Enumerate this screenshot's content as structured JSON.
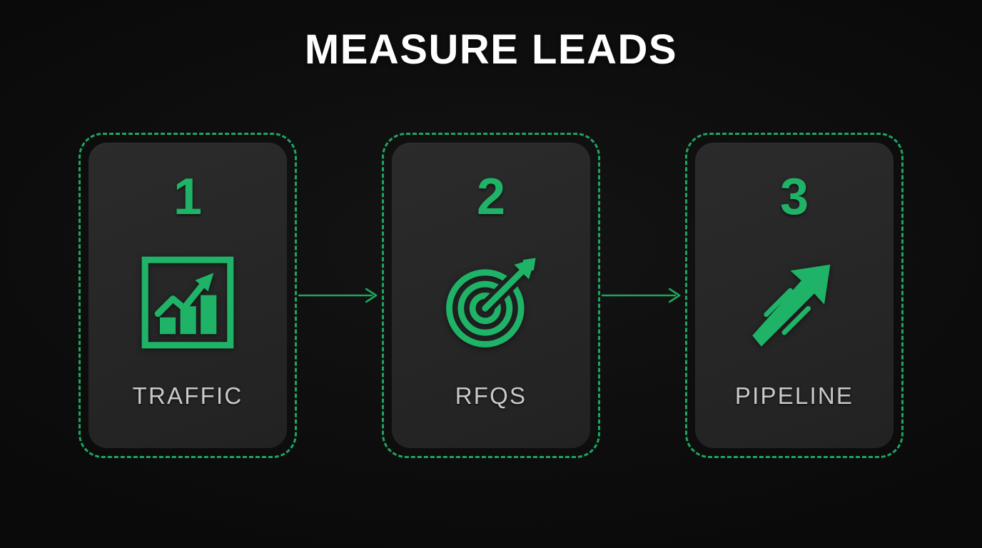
{
  "page": {
    "title": "MEASURE LEADS",
    "background_color": "#0d0d0d",
    "accent_color": "#1fb368",
    "border_color": "#1ea55f",
    "card_color": "#262626",
    "label_color": "#c9c9c9",
    "title_color": "#ffffff"
  },
  "steps": [
    {
      "number": "1",
      "label": "TRAFFIC",
      "icon": "bar-chart-growth-icon"
    },
    {
      "number": "2",
      "label": "RFQS",
      "icon": "target-bullseye-arrow-icon"
    },
    {
      "number": "3",
      "label": "PIPELINE",
      "icon": "upward-arrow-icon"
    }
  ],
  "connectors": [
    {
      "icon": "arrow-right-icon"
    },
    {
      "icon": "arrow-right-icon"
    }
  ]
}
